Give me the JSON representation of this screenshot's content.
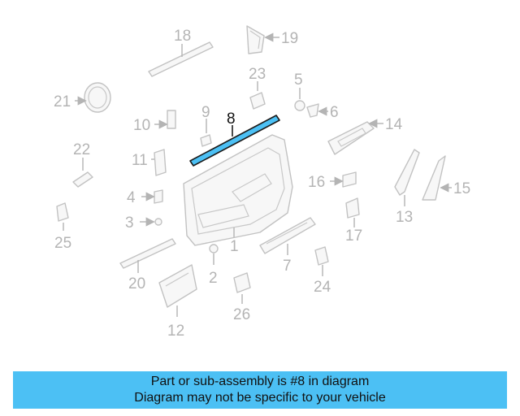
{
  "diagram": {
    "highlight_color": "#4cc0f4",
    "labels": {
      "p1": "1",
      "p2": "2",
      "p3": "3",
      "p4": "4",
      "p5": "5",
      "p6": "6",
      "p7": "7",
      "p8": "8",
      "p9": "9",
      "p10": "10",
      "p11": "11",
      "p12": "12",
      "p13": "13",
      "p14": "14",
      "p15": "15",
      "p16": "16",
      "p17": "17",
      "p18": "18",
      "p19": "19",
      "p20": "20",
      "p21": "21",
      "p22": "22",
      "p23": "23",
      "p24": "24",
      "p25": "25",
      "p26": "26"
    }
  },
  "banner": {
    "line1": "Part or sub-assembly is #8 in diagram",
    "line2": "Diagram may not be specific to your vehicle",
    "color": "#4cc0f4"
  }
}
